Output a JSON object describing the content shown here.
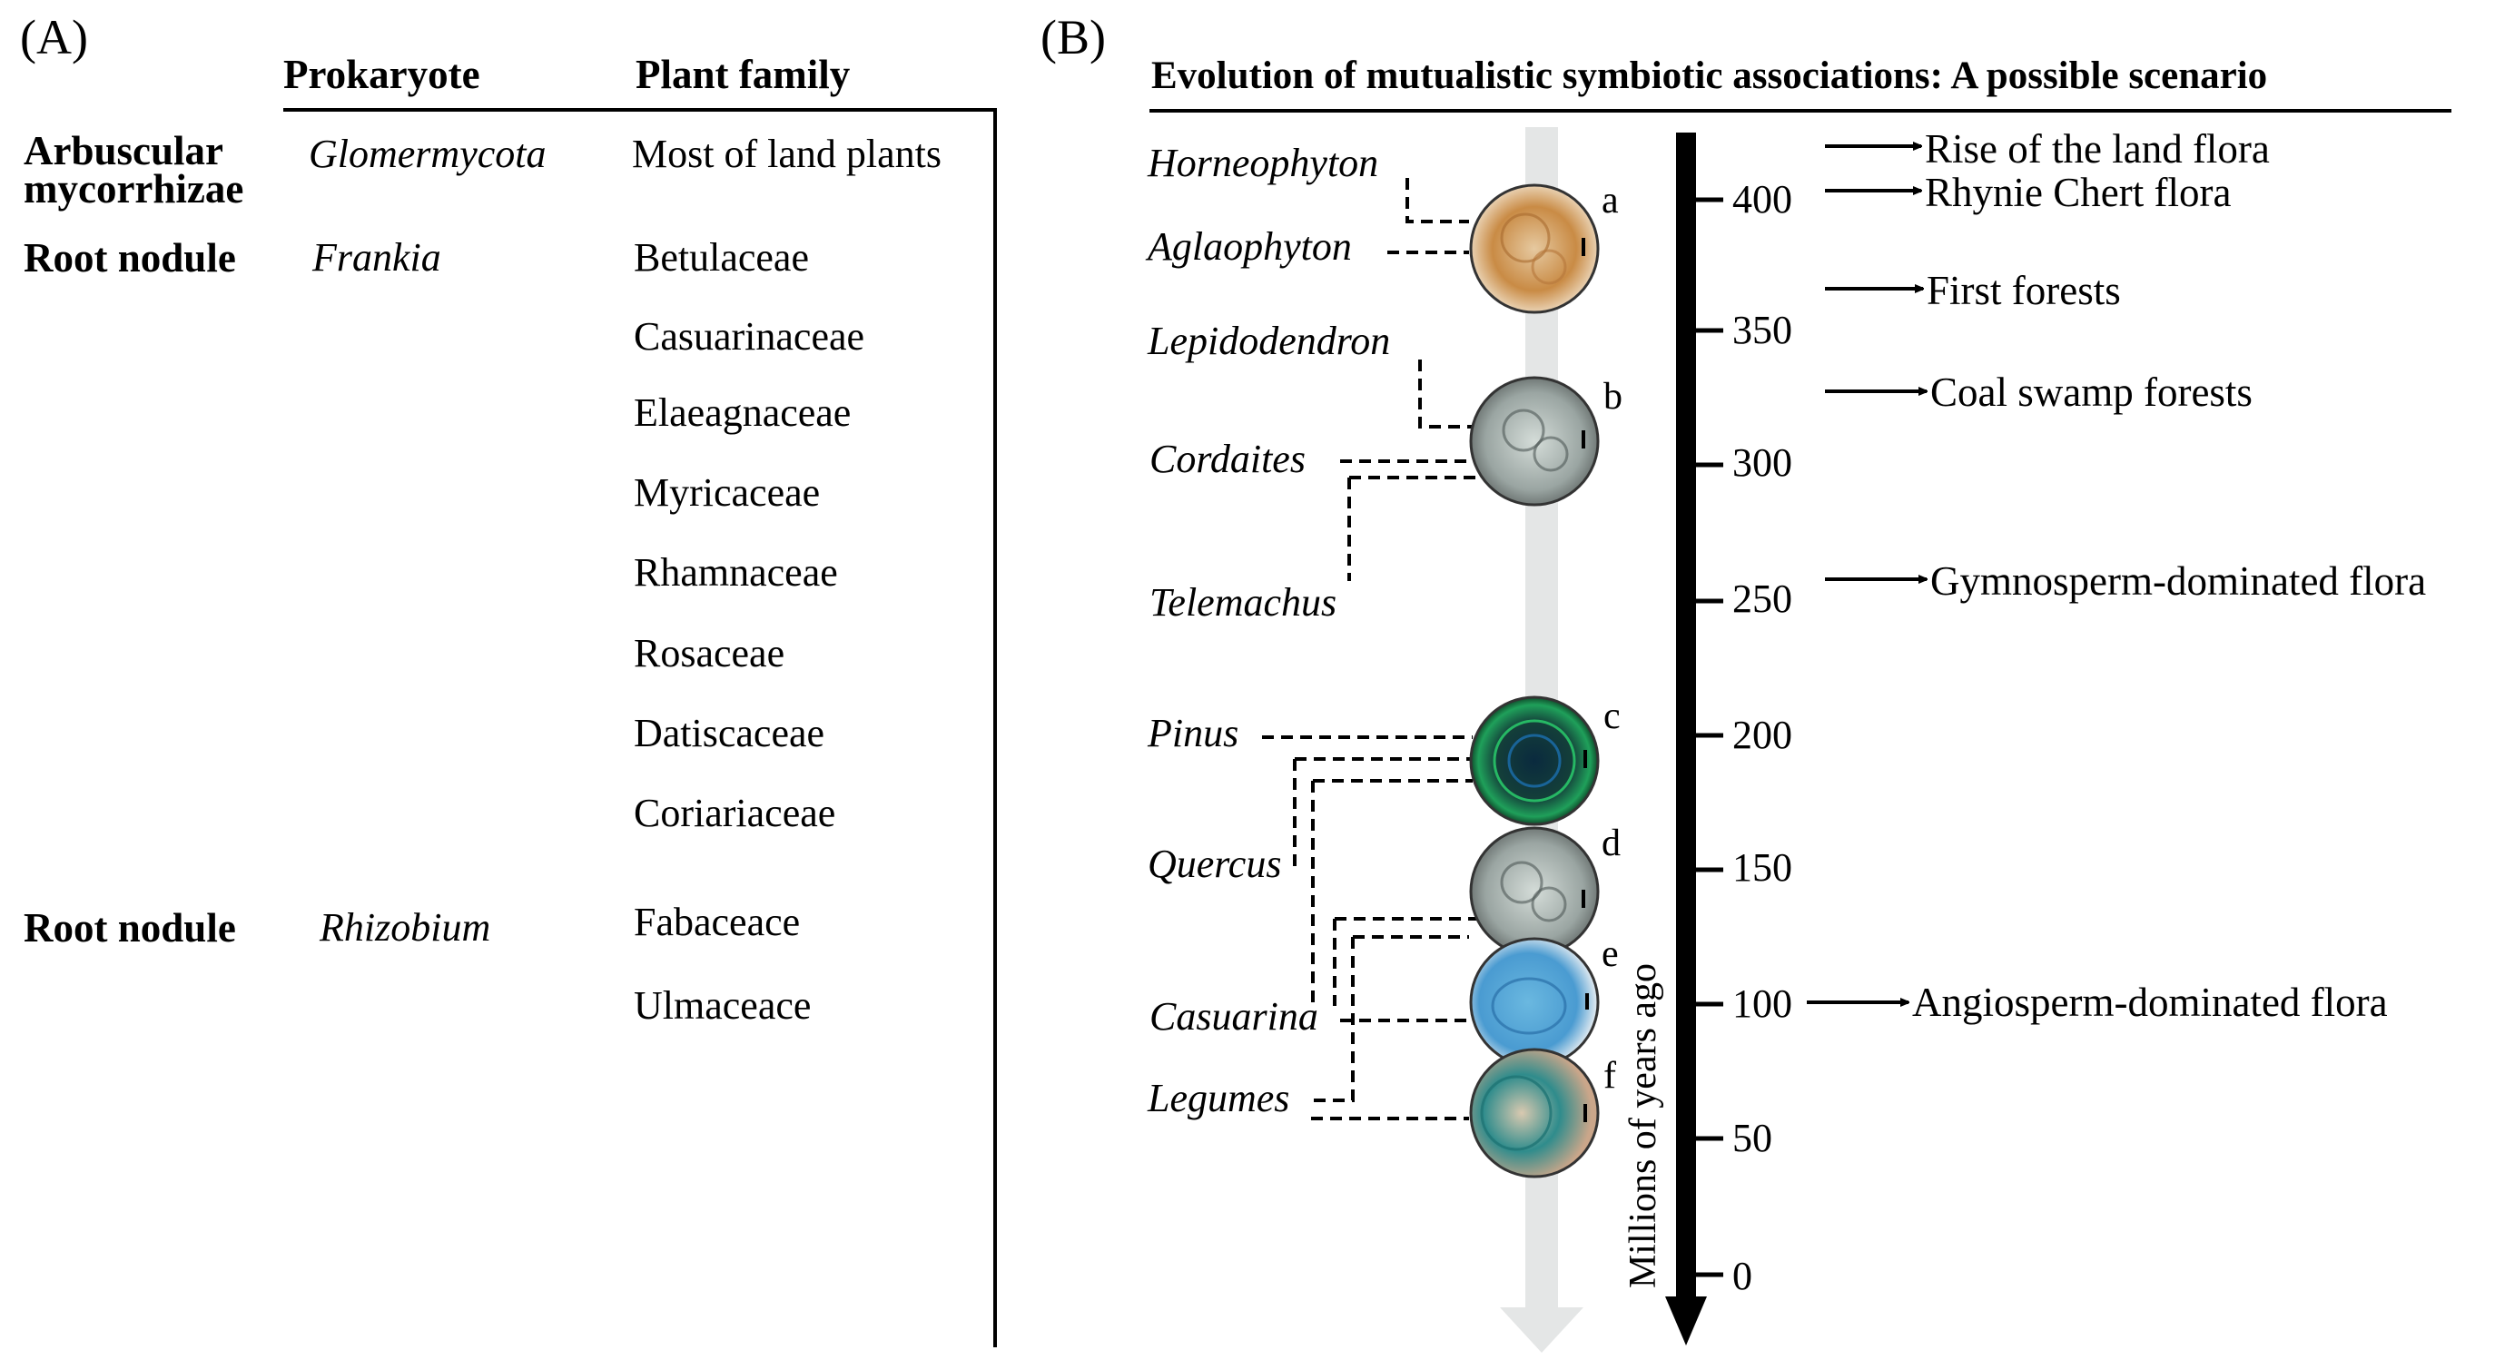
{
  "panelA": {
    "label": "(A)",
    "headers": {
      "prokaryote": "Prokaryote",
      "plant_family": "Plant family"
    },
    "rows": [
      {
        "type_line1": "Arbuscular",
        "type_line2": "mycorrhizae",
        "prokaryote": "Glomermycota",
        "families": [
          "Most of land plants"
        ]
      },
      {
        "type_line1": "Root  nodule",
        "prokaryote": "Frankia",
        "families": [
          "Betulaceae",
          "Casuarinaceae",
          "Elaeagnaceae",
          "Myricaceae",
          "Rhamnaceae",
          "Rosaceae",
          "Datiscaceae",
          "Coriariaceae"
        ]
      },
      {
        "type_line1": "Root  nodule",
        "prokaryote": "Rhizobium",
        "families": [
          "Fabaceace",
          "Ulmaceace"
        ]
      }
    ]
  },
  "panelB": {
    "label": "(B)",
    "title": "Evolution of mutualistic symbiotic associations: A possible scenario",
    "axis_label": "Millions of years ago",
    "ticks": [
      "400",
      "350",
      "300",
      "250",
      "200",
      "150",
      "100",
      "50",
      "0"
    ],
    "taxa": [
      "Horneophyton",
      "Aglaophyton",
      "Lepidodendron",
      "Cordaites",
      "Telemachus",
      "Pinus",
      "Quercus",
      "Casuarina",
      "Legumes"
    ],
    "image_letters": [
      "a",
      "b",
      "c",
      "d",
      "e",
      "f"
    ],
    "events": [
      "Rise of the land flora",
      "Rhynie Chert flora",
      "First forests",
      "Coal swamp forests",
      "Gymnosperm-dominated flora",
      "Angiosperm-dominated flora"
    ]
  }
}
